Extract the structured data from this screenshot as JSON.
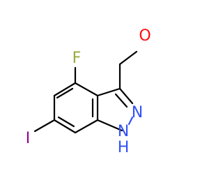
{
  "molecule": {
    "atoms": {
      "oxygen": "O",
      "fluorine": "F",
      "iodine": "I",
      "nitrogen_imine": "N",
      "nitrogen_amine": "N",
      "amine_hydrogen": "H"
    },
    "colors": {
      "bond": "#000000",
      "oxygen": "#ff0d0d",
      "fluorine": "#9aa93b",
      "iodine": "#940094",
      "nitrogen": "#3050f8"
    }
  }
}
